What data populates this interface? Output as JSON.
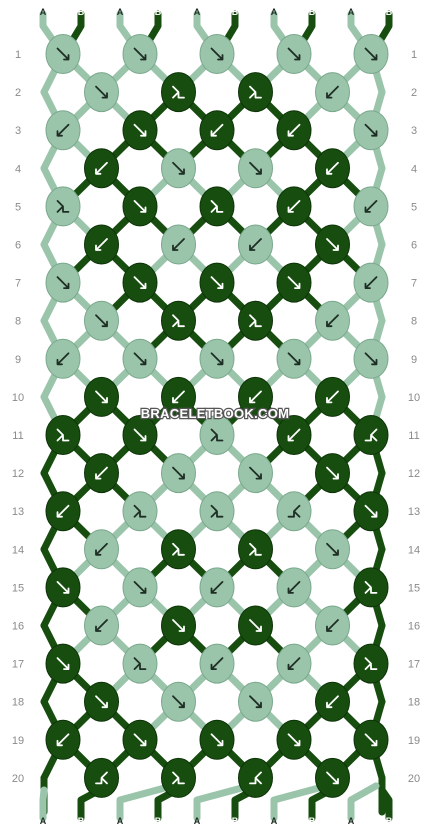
{
  "pattern": {
    "watermark": "BRACELETBOOK.COM",
    "colors": {
      "A": "#9ac5ab",
      "B": "#174e0f"
    },
    "strands": [
      "A",
      "B",
      "A",
      "B",
      "A",
      "B",
      "A",
      "B",
      "A",
      "B"
    ],
    "bottom_strands": [
      "A",
      "B",
      "A",
      "B",
      "A",
      "B",
      "A",
      "B",
      "A",
      "B"
    ],
    "row_numbers": [
      "1",
      "2",
      "3",
      "4",
      "5",
      "6",
      "7",
      "8",
      "9",
      "10",
      "11",
      "12",
      "13",
      "14",
      "15",
      "16",
      "17",
      "18",
      "19",
      "20"
    ],
    "knot_rows": [
      [
        {
          "c": "A",
          "d": "se"
        },
        {
          "c": "A",
          "d": "se"
        },
        {
          "c": "A",
          "d": "se"
        },
        {
          "c": "A",
          "d": "se"
        },
        {
          "c": "A",
          "d": "se"
        }
      ],
      [
        {
          "c": "A",
          "d": "se"
        },
        {
          "c": "B",
          "d": "fr"
        },
        {
          "c": "B",
          "d": "fr"
        },
        {
          "c": "A",
          "d": "sw"
        }
      ],
      [
        {
          "c": "A",
          "d": "sw"
        },
        {
          "c": "B",
          "d": "se"
        },
        {
          "c": "B",
          "d": "sw"
        },
        {
          "c": "B",
          "d": "sw"
        },
        {
          "c": "A",
          "d": "se"
        }
      ],
      [
        {
          "c": "B",
          "d": "sw"
        },
        {
          "c": "A",
          "d": "se"
        },
        {
          "c": "A",
          "d": "se"
        },
        {
          "c": "B",
          "d": "sw"
        }
      ],
      [
        {
          "c": "A",
          "d": "fr"
        },
        {
          "c": "B",
          "d": "se"
        },
        {
          "c": "B",
          "d": "fr"
        },
        {
          "c": "B",
          "d": "sw"
        },
        {
          "c": "A",
          "d": "sw"
        }
      ],
      [
        {
          "c": "B",
          "d": "sw"
        },
        {
          "c": "A",
          "d": "sw"
        },
        {
          "c": "A",
          "d": "sw"
        },
        {
          "c": "B",
          "d": "se"
        }
      ],
      [
        {
          "c": "A",
          "d": "se"
        },
        {
          "c": "B",
          "d": "se"
        },
        {
          "c": "B",
          "d": "se"
        },
        {
          "c": "B",
          "d": "se"
        },
        {
          "c": "A",
          "d": "sw"
        }
      ],
      [
        {
          "c": "A",
          "d": "se"
        },
        {
          "c": "B",
          "d": "fr"
        },
        {
          "c": "B",
          "d": "fr"
        },
        {
          "c": "A",
          "d": "sw"
        }
      ],
      [
        {
          "c": "A",
          "d": "sw"
        },
        {
          "c": "A",
          "d": "se"
        },
        {
          "c": "A",
          "d": "se"
        },
        {
          "c": "A",
          "d": "se"
        },
        {
          "c": "A",
          "d": "se"
        }
      ],
      [
        {
          "c": "B",
          "d": "se"
        },
        {
          "c": "B",
          "d": "sw"
        },
        {
          "c": "B",
          "d": "sw"
        },
        {
          "c": "B",
          "d": "sw"
        }
      ],
      [
        {
          "c": "B",
          "d": "fr"
        },
        {
          "c": "B",
          "d": "se"
        },
        {
          "c": "A",
          "d": "fr"
        },
        {
          "c": "B",
          "d": "sw"
        },
        {
          "c": "B",
          "d": "bl"
        }
      ],
      [
        {
          "c": "B",
          "d": "sw"
        },
        {
          "c": "A",
          "d": "se"
        },
        {
          "c": "A",
          "d": "se"
        },
        {
          "c": "B",
          "d": "se"
        }
      ],
      [
        {
          "c": "B",
          "d": "sw"
        },
        {
          "c": "A",
          "d": "fr"
        },
        {
          "c": "A",
          "d": "fr"
        },
        {
          "c": "A",
          "d": "bl"
        },
        {
          "c": "B",
          "d": "se"
        }
      ],
      [
        {
          "c": "A",
          "d": "sw"
        },
        {
          "c": "B",
          "d": "fr"
        },
        {
          "c": "B",
          "d": "fr"
        },
        {
          "c": "A",
          "d": "se"
        }
      ],
      [
        {
          "c": "B",
          "d": "se"
        },
        {
          "c": "A",
          "d": "se"
        },
        {
          "c": "A",
          "d": "sw"
        },
        {
          "c": "A",
          "d": "sw"
        },
        {
          "c": "B",
          "d": "fr"
        }
      ],
      [
        {
          "c": "A",
          "d": "sw"
        },
        {
          "c": "B",
          "d": "se"
        },
        {
          "c": "B",
          "d": "se"
        },
        {
          "c": "A",
          "d": "sw"
        }
      ],
      [
        {
          "c": "B",
          "d": "se"
        },
        {
          "c": "A",
          "d": "fr"
        },
        {
          "c": "A",
          "d": "sw"
        },
        {
          "c": "A",
          "d": "sw"
        },
        {
          "c": "B",
          "d": "fr"
        }
      ],
      [
        {
          "c": "B",
          "d": "se"
        },
        {
          "c": "A",
          "d": "se"
        },
        {
          "c": "A",
          "d": "se"
        },
        {
          "c": "B",
          "d": "sw"
        }
      ],
      [
        {
          "c": "B",
          "d": "sw"
        },
        {
          "c": "B",
          "d": "se"
        },
        {
          "c": "B",
          "d": "se"
        },
        {
          "c": "B",
          "d": "se"
        },
        {
          "c": "B",
          "d": "se"
        }
      ],
      [
        {
          "c": "B",
          "d": "bl"
        },
        {
          "c": "B",
          "d": "fr"
        },
        {
          "c": "B",
          "d": "bl"
        },
        {
          "c": "B",
          "d": "se"
        }
      ]
    ]
  }
}
